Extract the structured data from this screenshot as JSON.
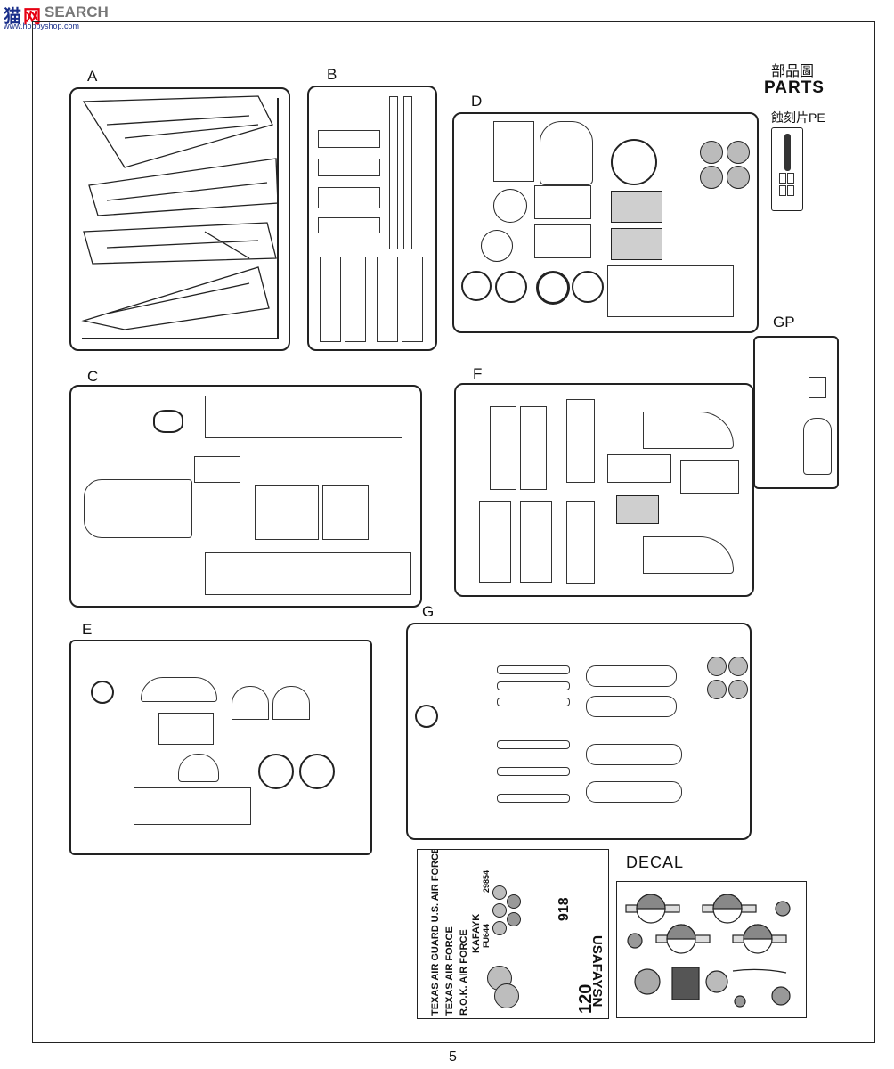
{
  "watermark": {
    "brand_cn": "猫",
    "brand_red": "网",
    "brand_en": "SEARCH",
    "url": "www.hobbyshop.com"
  },
  "header": {
    "title_cn": "部品圖",
    "title_en": "PARTS",
    "pe_label": "蝕刻片PE"
  },
  "sprues": {
    "a": "A",
    "b": "B",
    "c": "C",
    "d": "D",
    "e": "E",
    "f": "F",
    "g": "G",
    "gp": "GP"
  },
  "decal": {
    "label": "DECAL",
    "text_texas": "TEXAS AIR GUARD U.S. AIR FORCE",
    "text_texas2": "TEXAS AIR FORCE",
    "text_rok": "R.O.K. AIR FORCE",
    "text_rok2": "KAFAYK",
    "text_usaf": "USAFAYSN",
    "number_120": "120",
    "number_918": "918",
    "serial_1": "29854",
    "serial_2": "FU644"
  },
  "footer": {
    "page_number": "5"
  },
  "colors": {
    "line": "#222222",
    "watermark_red": "#e60012",
    "watermark_blue": "#1a2f8a",
    "decal_gray": "#bdbdbd"
  }
}
